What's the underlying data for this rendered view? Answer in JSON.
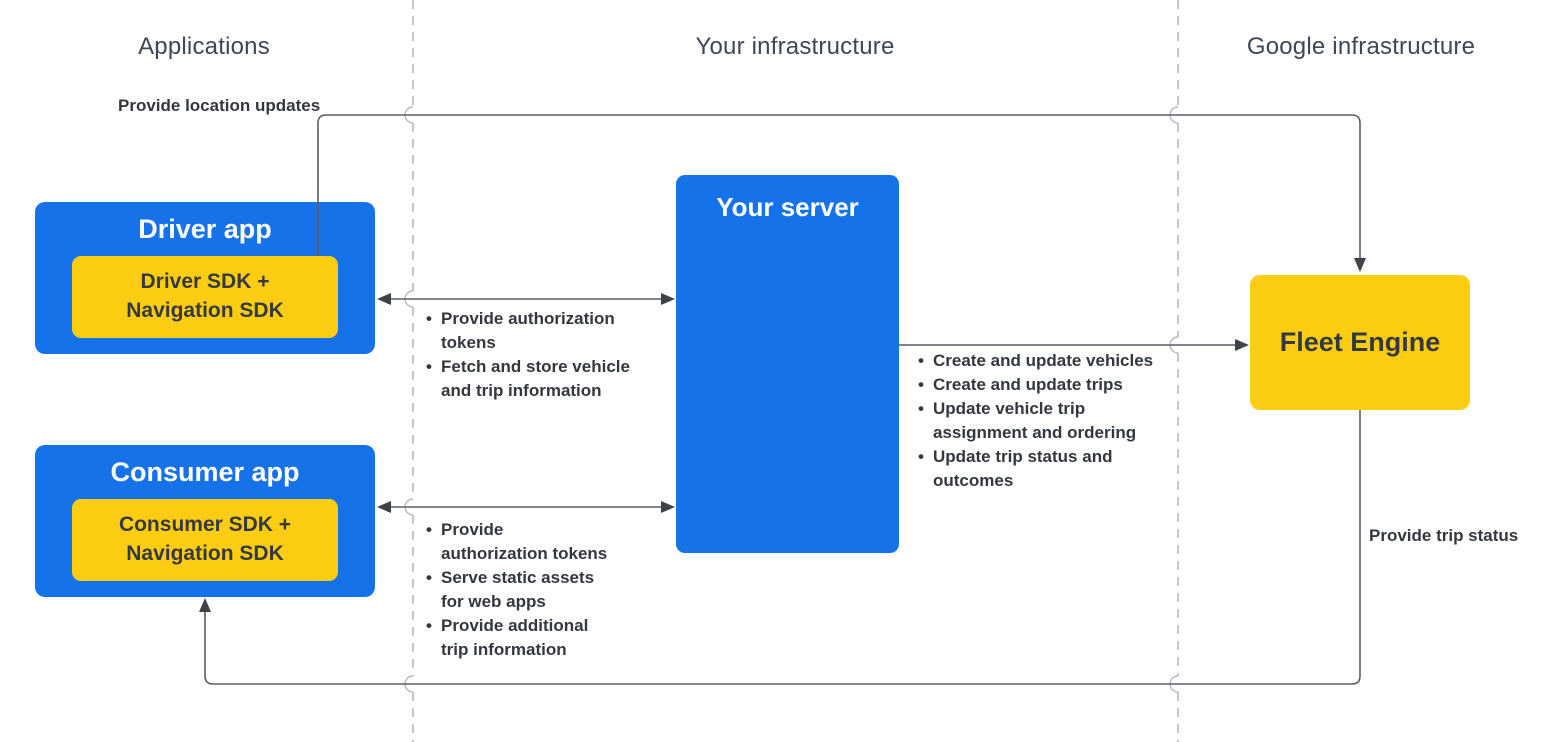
{
  "columns": {
    "applications": "Applications",
    "your_infrastructure": "Your infrastructure",
    "google_infrastructure": "Google infrastructure"
  },
  "nodes": {
    "driver_app": {
      "title": "Driver app",
      "sdk": "Driver SDK + Navigation SDK"
    },
    "consumer_app": {
      "title": "Consumer app",
      "sdk": "Consumer SDK + Navigation SDK"
    },
    "your_server": {
      "title": "Your server"
    },
    "fleet_engine": {
      "title": "Fleet Engine"
    }
  },
  "edges": {
    "location_updates_label": "Provide location updates",
    "trip_status_label": "Provide trip status",
    "driver_to_server_items": [
      "Provide authorization tokens",
      "Fetch and store vehicle and trip information"
    ],
    "consumer_to_server_items": [
      "Provide authorization tokens",
      "Serve static assets for web apps",
      "Provide additional trip information"
    ],
    "server_to_fleet_items": [
      "Create and update vehicles",
      "Create and update trips",
      "Update vehicle trip assignment and ordering",
      "Update trip status and outcomes"
    ]
  },
  "colors": {
    "blue": "#1572E8",
    "yellow": "#FCCD12",
    "box_text": "#343A40",
    "line": "#5A5E66",
    "arrow": "#3E434A",
    "divider": "#B4BAC3",
    "header_text": "#3E4757",
    "label_text": "#33383F"
  }
}
